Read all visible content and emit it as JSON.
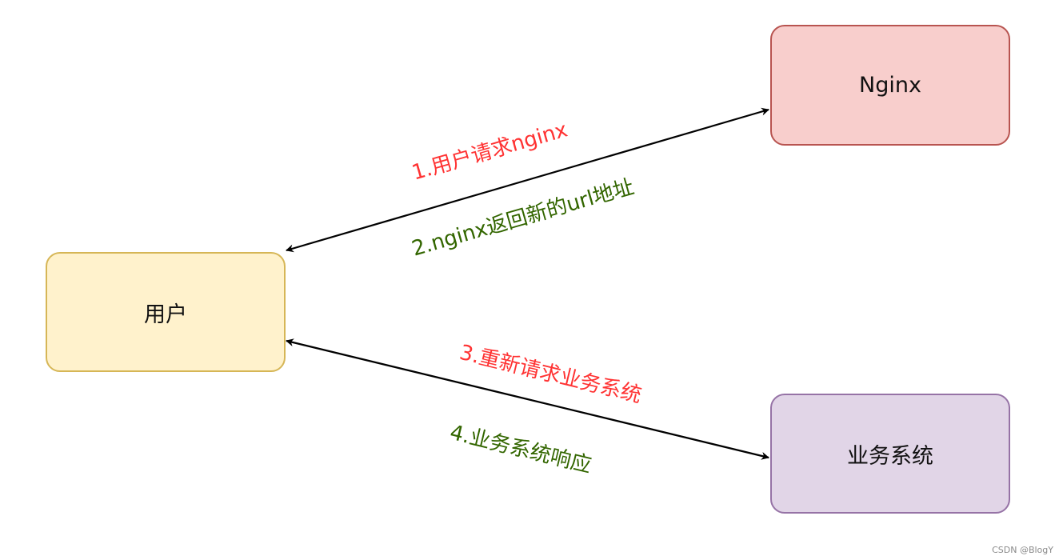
{
  "nodes": {
    "user": {
      "label": "用户"
    },
    "nginx": {
      "label": "Nginx"
    },
    "service": {
      "label": "业务系统"
    }
  },
  "edges": [
    {
      "from": "user",
      "to": "nginx",
      "direction": "both",
      "labels": [
        {
          "text": "1.用户请求nginx",
          "color": "#ff3333"
        },
        {
          "text": "2.nginx返回新的url地址",
          "color": "#336600"
        }
      ]
    },
    {
      "from": "user",
      "to": "service",
      "direction": "both",
      "labels": [
        {
          "text": "3.重新请求业务系统",
          "color": "#ff3333"
        },
        {
          "text": "4.业务系统响应",
          "color": "#336600"
        }
      ]
    }
  ],
  "watermark": "CSDN @BlogY"
}
